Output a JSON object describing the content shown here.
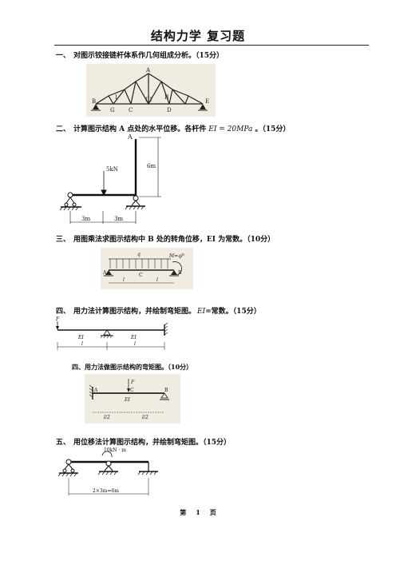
{
  "title": "结构力学  复习题",
  "questions": [
    {
      "num": "一、",
      "text": "对图示铰接链杆体系作几何组成分析。（15分）"
    },
    {
      "num": "二、",
      "text_a": "计算图示结构 A 点处的水平位移。各杆件",
      "ei": "EI = 20MPa",
      "text_b": "。（15分）"
    },
    {
      "num": "三、",
      "text": "用图乘法求图示结构中 B 处的转角位移，EI 为常数。（10分）"
    },
    {
      "num": "四、",
      "text_a": "用力法计算图示结构，并绘制弯矩图。",
      "ei": "EI",
      "text_b": "=常数。（15分）"
    },
    {
      "num": "",
      "text": "四、用力法做图示结构的弯矩图。（10分）"
    },
    {
      "num": "五、",
      "text": "用位移法计算图示结构，并绘制弯矩图。（15分）"
    }
  ],
  "fig1": {
    "top": [
      "A"
    ],
    "nodes": [
      "B",
      "G",
      "C",
      "D",
      "E"
    ],
    "panels": [
      "I",
      "II",
      "III"
    ]
  },
  "fig2": {
    "a": "A",
    "load": "5kN",
    "height": "6m",
    "span1": "3m",
    "span2": "3m"
  },
  "fig3": {
    "q": "q",
    "moment": "M=ql²",
    "a": "A",
    "c": "C",
    "b": "B",
    "l1": "l",
    "l2": "l"
  },
  "fig4": {
    "force": "F",
    "ei1": "EI",
    "ei2": "EI",
    "l1": "l",
    "l2": "l"
  },
  "fig5": {
    "a": "A",
    "fp": "F",
    "c": "C",
    "b": "B",
    "ei": "EI",
    "half1": "l/2",
    "half2": "l/2"
  },
  "fig6": {
    "moment": "10kN · m",
    "span": "2×3m=6m"
  },
  "footer": {
    "prefix": "第",
    "page": "1",
    "suffix": "页"
  }
}
